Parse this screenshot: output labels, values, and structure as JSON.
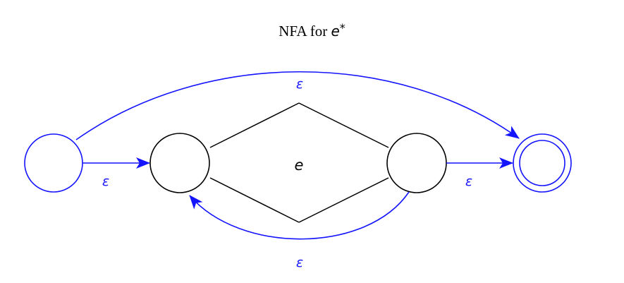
{
  "title": {
    "text": "NFA for ",
    "symbol": "e",
    "superscript": "*"
  },
  "sub_machine_label": "e",
  "edges": {
    "start_to_inner_start": "ε",
    "start_to_accept": "ε",
    "inner_accept_to_inner_start": "ε",
    "inner_accept_to_accept": "ε"
  },
  "colors": {
    "epsilon": "#1414ff",
    "machine": "#000000"
  }
}
